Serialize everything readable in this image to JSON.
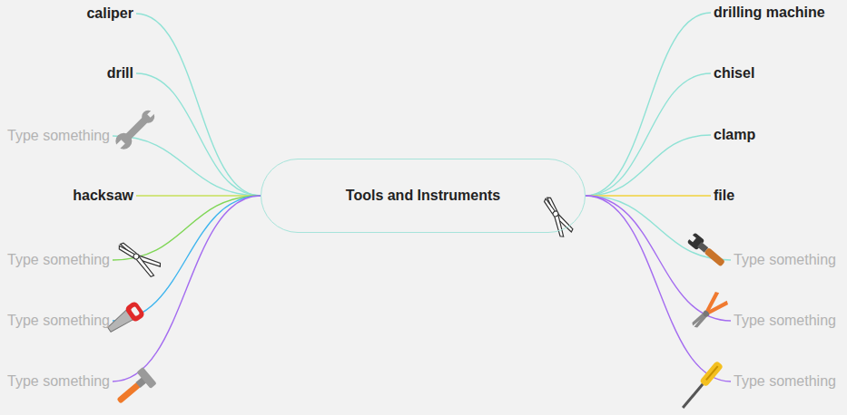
{
  "diagram": {
    "nodes": [
      {
        "text": [
          "Tools and Instruments"
        ]
      },
      {
        "text": [
          "caliper"
        ]
      },
      {
        "text": [
          "drill"
        ]
      },
      {
        "text": [
          "Type something"
        ]
      },
      {
        "text": [
          "hacksaw"
        ]
      },
      {
        "text": [
          "Type something"
        ]
      },
      {
        "text": [
          "Type something"
        ]
      },
      {
        "text": [
          "Type something"
        ]
      },
      {
        "text": [
          "drilling machine"
        ]
      },
      {
        "text": [
          "chisel"
        ]
      },
      {
        "text": [
          "clamp"
        ]
      },
      {
        "text": [
          "file"
        ]
      },
      {
        "text": [
          "Type something"
        ]
      },
      {
        "text": [
          "Type something"
        ]
      },
      {
        "text": [
          "Type something"
        ]
      }
    ],
    "edges": [
      {
        "from": 0,
        "to": 1,
        "arrow": "none"
      },
      {
        "from": 0,
        "to": 2,
        "arrow": "none"
      },
      {
        "from": 0,
        "to": 3,
        "arrow": "none"
      },
      {
        "from": 0,
        "to": 4,
        "arrow": "none"
      },
      {
        "from": 0,
        "to": 5,
        "arrow": "none"
      },
      {
        "from": 0,
        "to": 6,
        "arrow": "none"
      },
      {
        "from": 0,
        "to": 7,
        "arrow": "none"
      },
      {
        "from": 0,
        "to": 8,
        "arrow": "none"
      },
      {
        "from": 0,
        "to": 9,
        "arrow": "none"
      },
      {
        "from": 0,
        "to": 10,
        "arrow": "none"
      },
      {
        "from": 0,
        "to": 11,
        "arrow": "none"
      },
      {
        "from": 0,
        "to": 12,
        "arrow": "none"
      },
      {
        "from": 0,
        "to": 13,
        "arrow": "none"
      },
      {
        "from": 0,
        "to": 14,
        "arrow": "none"
      }
    ]
  }
}
